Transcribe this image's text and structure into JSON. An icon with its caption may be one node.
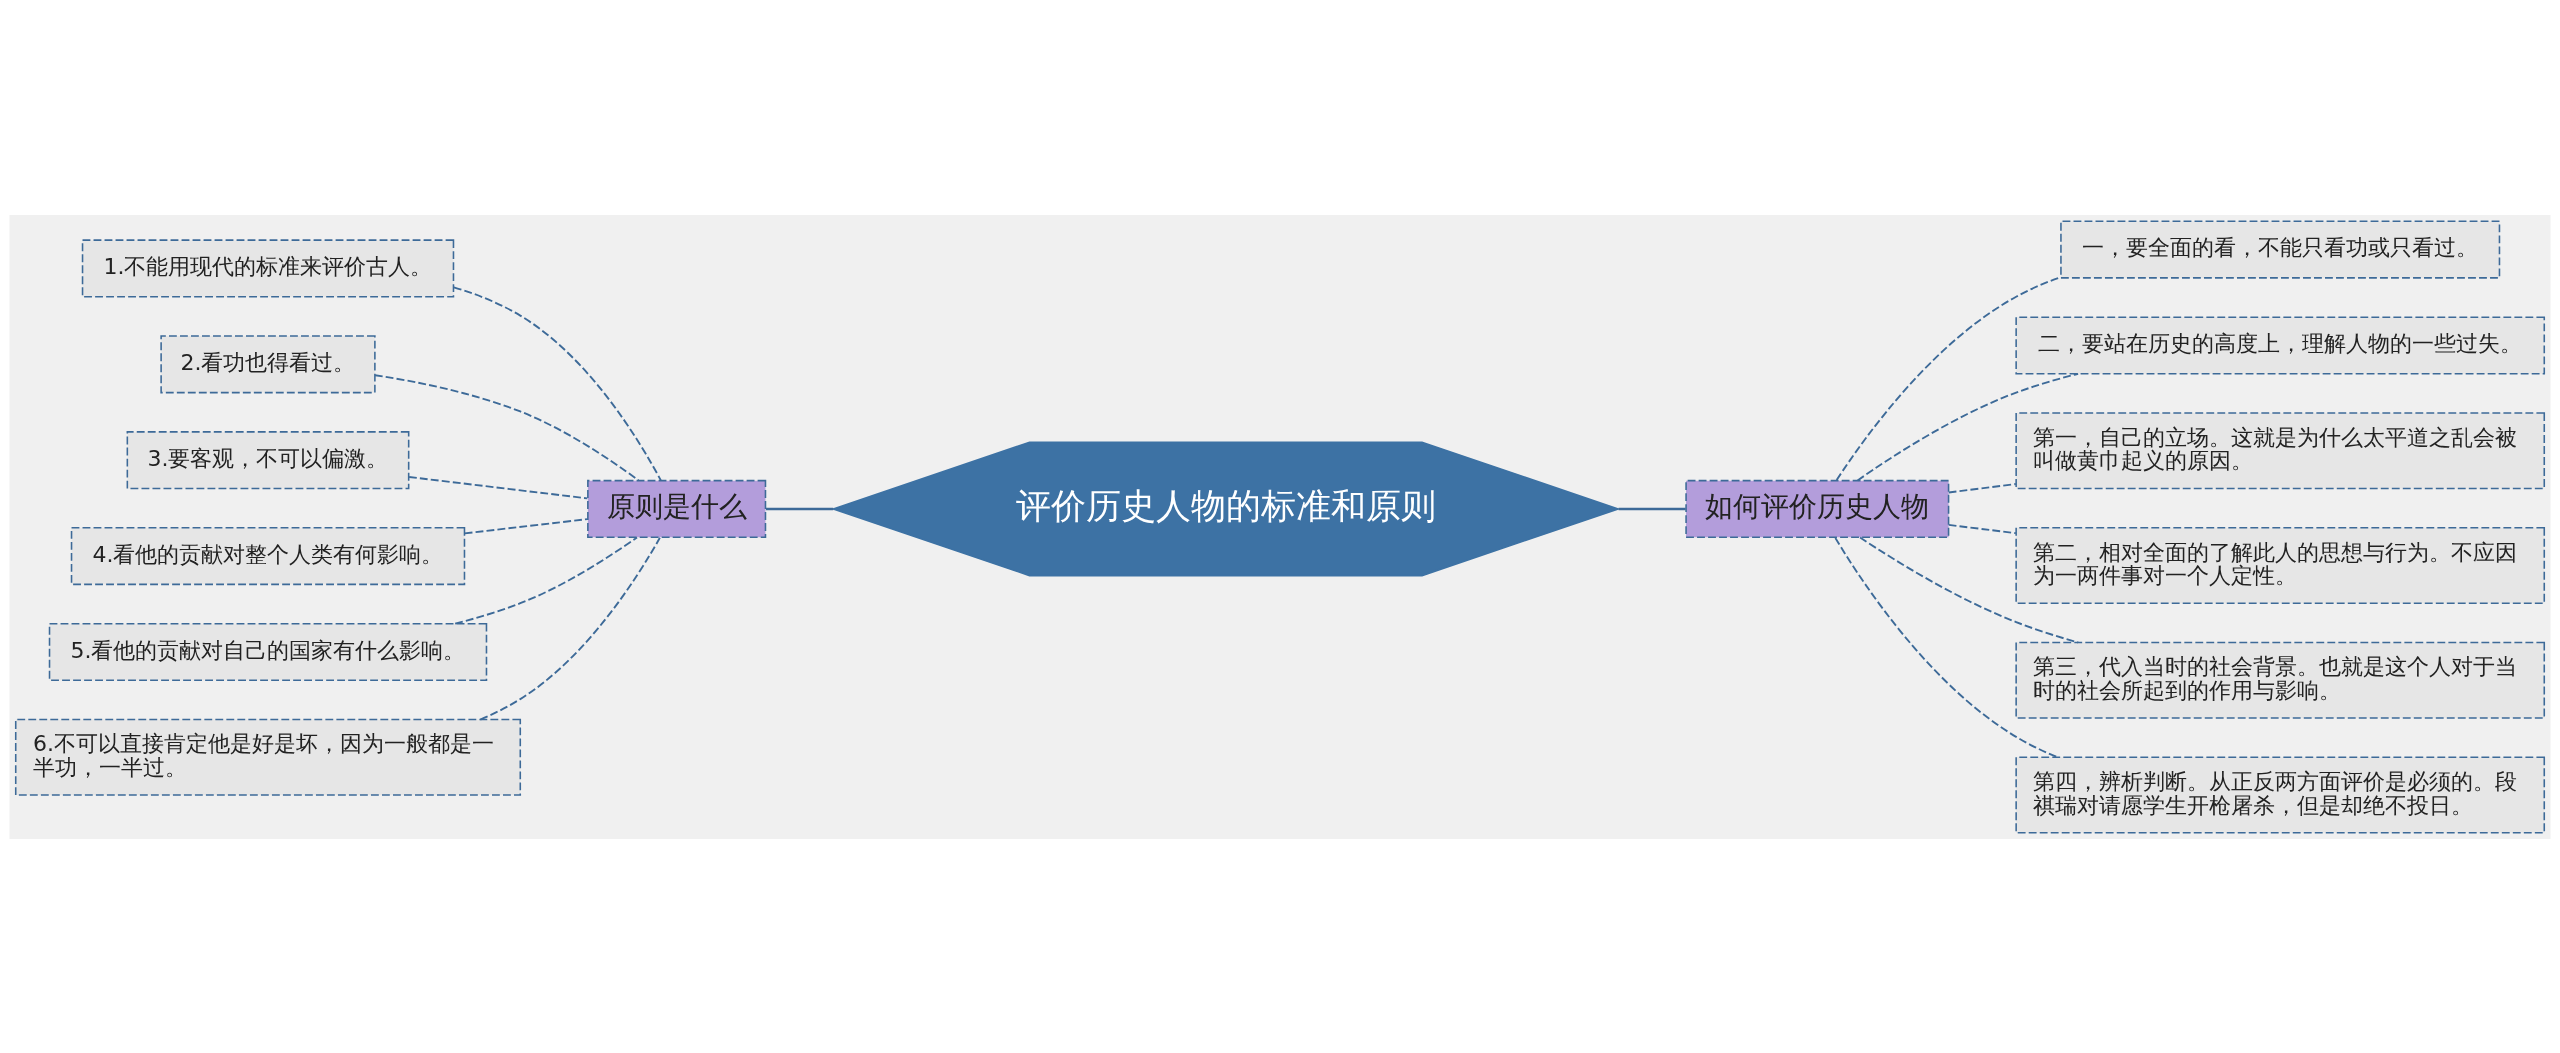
{
  "diagram": {
    "nodes": [
      {
        "text": [
          "评价历史人物的标准和原则"
        ]
      },
      {
        "text": [
          "原则是什么"
        ]
      },
      {
        "text": [
          "1.不能用现代的标准来评价古人。"
        ]
      },
      {
        "text": [
          "2.看功也得看过。"
        ]
      },
      {
        "text": [
          "3.要客观，不可以偏激。"
        ]
      },
      {
        "text": [
          "4.看他的贡献对整个人类有何影响。"
        ]
      },
      {
        "text": [
          "5.看他的贡献对自己的国家有什么影响。"
        ]
      },
      {
        "text": [
          "6.不可以直接肯定他是好是坏，因为一般都是一半功，一半过。"
        ]
      },
      {
        "text": [
          "如何评价历史人物"
        ]
      },
      {
        "text": [
          "一，要全面的看，不能只看功或只看过。"
        ]
      },
      {
        "text": [
          "二，要站在历史的高度上，理解人物的一些过失。"
        ]
      },
      {
        "text": [
          "第一，自己的立场。这就是为什么太平道之乱会被叫做黄巾起义的原因。"
        ]
      },
      {
        "text": [
          "第二，相对全面的了解此人的思想与行为。不应因为一两件事对一个人定性。"
        ]
      },
      {
        "text": [
          "第三，代入当时的社会背景。也就是这个人对于当时的社会所起到的作用与影响。"
        ]
      },
      {
        "text": [
          "第四，辨析判断。从正反两方面评价是必须的。段祺瑞对请愿学生开枪屠杀，但是却绝不投日。"
        ]
      }
    ],
    "edges": [
      {
        "from": 1,
        "to": 0,
        "arrow": "none"
      },
      {
        "from": 2,
        "to": 1,
        "arrow": "none",
        "style": "dashed"
      },
      {
        "from": 3,
        "to": 1,
        "arrow": "none",
        "style": "dashed"
      },
      {
        "from": 4,
        "to": 1,
        "arrow": "none",
        "style": "dashed"
      },
      {
        "from": 5,
        "to": 1,
        "arrow": "none",
        "style": "dashed"
      },
      {
        "from": 6,
        "to": 1,
        "arrow": "none",
        "style": "dashed"
      },
      {
        "from": 7,
        "to": 1,
        "arrow": "none",
        "style": "dashed"
      },
      {
        "from": 0,
        "to": 8,
        "arrow": "none"
      },
      {
        "from": 8,
        "to": 9,
        "arrow": "none",
        "style": "dashed"
      },
      {
        "from": 8,
        "to": 10,
        "arrow": "none",
        "style": "dashed"
      },
      {
        "from": 8,
        "to": 11,
        "arrow": "none",
        "style": "dashed"
      },
      {
        "from": 8,
        "to": 12,
        "arrow": "none",
        "style": "dashed"
      },
      {
        "from": 8,
        "to": 13,
        "arrow": "none",
        "style": "dashed"
      },
      {
        "from": 8,
        "to": 14,
        "arrow": "none",
        "style": "dashed"
      }
    ]
  }
}
